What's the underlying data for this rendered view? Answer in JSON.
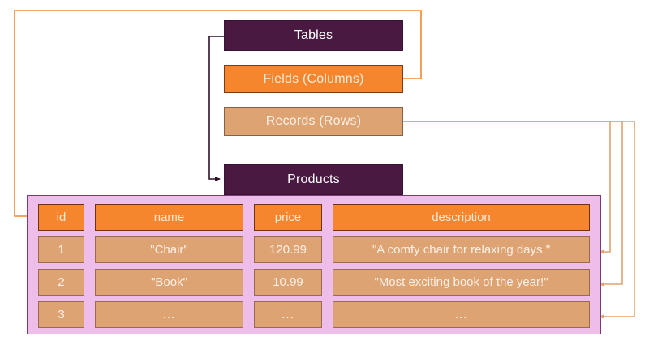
{
  "diagram": {
    "title": "Database tables, fields and records diagram",
    "colors": {
      "dark_purple": "#4A1942",
      "orange": "#F5862E",
      "tan": "#DDA373",
      "pink_panel": "#EFBDEA",
      "panel_border": "#7A3A74",
      "background": "#FFFFFF"
    },
    "nodes": {
      "tables": "Tables",
      "fields": "Fields (Columns)",
      "records": "Records (Rows)",
      "products": "Products"
    },
    "connectors": [
      {
        "name": "tables-to-products",
        "from": "Tables",
        "to": "Products",
        "color": "#4A1942",
        "arrow": true
      },
      {
        "name": "fields-to-id-column",
        "from": "Fields (Columns)",
        "to": "id",
        "color": "#F5862E",
        "arrow": true
      },
      {
        "name": "records-to-row-1",
        "from": "Records (Rows)",
        "to": "row 1",
        "color": "#DDA373",
        "arrow": true
      },
      {
        "name": "records-to-row-2",
        "from": "Records (Rows)",
        "to": "row 2",
        "color": "#DDA373",
        "arrow": true
      },
      {
        "name": "records-to-row-3",
        "from": "Records (Rows)",
        "to": "row 3",
        "color": "#DDA373",
        "arrow": true
      }
    ]
  },
  "table": {
    "name": "Products",
    "columns": [
      "id",
      "name",
      "price",
      "description"
    ],
    "rows": [
      {
        "id": "1",
        "name": "\"Chair\"",
        "price": "120.99",
        "description": "\"A comfy chair for relaxing days.\""
      },
      {
        "id": "2",
        "name": "\"Book\"",
        "price": "10.99",
        "description": "\"Most exciting book of the year!\""
      },
      {
        "id": "3",
        "name": "...",
        "price": "...",
        "description": "..."
      }
    ]
  }
}
